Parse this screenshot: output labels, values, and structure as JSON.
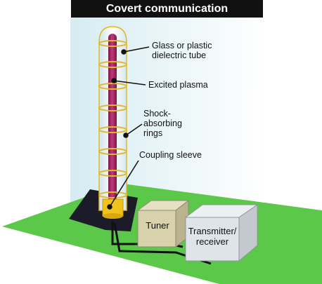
{
  "title": "Covert communication",
  "labels": {
    "tube": "Glass or plastic\ndielectric tube",
    "plasma": "Excited plasma",
    "rings": "Shock-\nabsorbing\nrings",
    "sleeve": "Coupling sleeve"
  },
  "boxes": {
    "tuner": "Tuner",
    "transmitter": "Transmitter/\nreceiver"
  },
  "colors": {
    "ground": "#5cc84a",
    "plasma": "#a0205a",
    "ring": "#e3b82a",
    "tube_glass": "#e8f4f6",
    "sleeve": "#f2c21c",
    "base": "#1b1b2a",
    "tuner_box": "#d7d1ac",
    "transmitter_box": "#dfe4e9",
    "title_bg": "#111111"
  }
}
